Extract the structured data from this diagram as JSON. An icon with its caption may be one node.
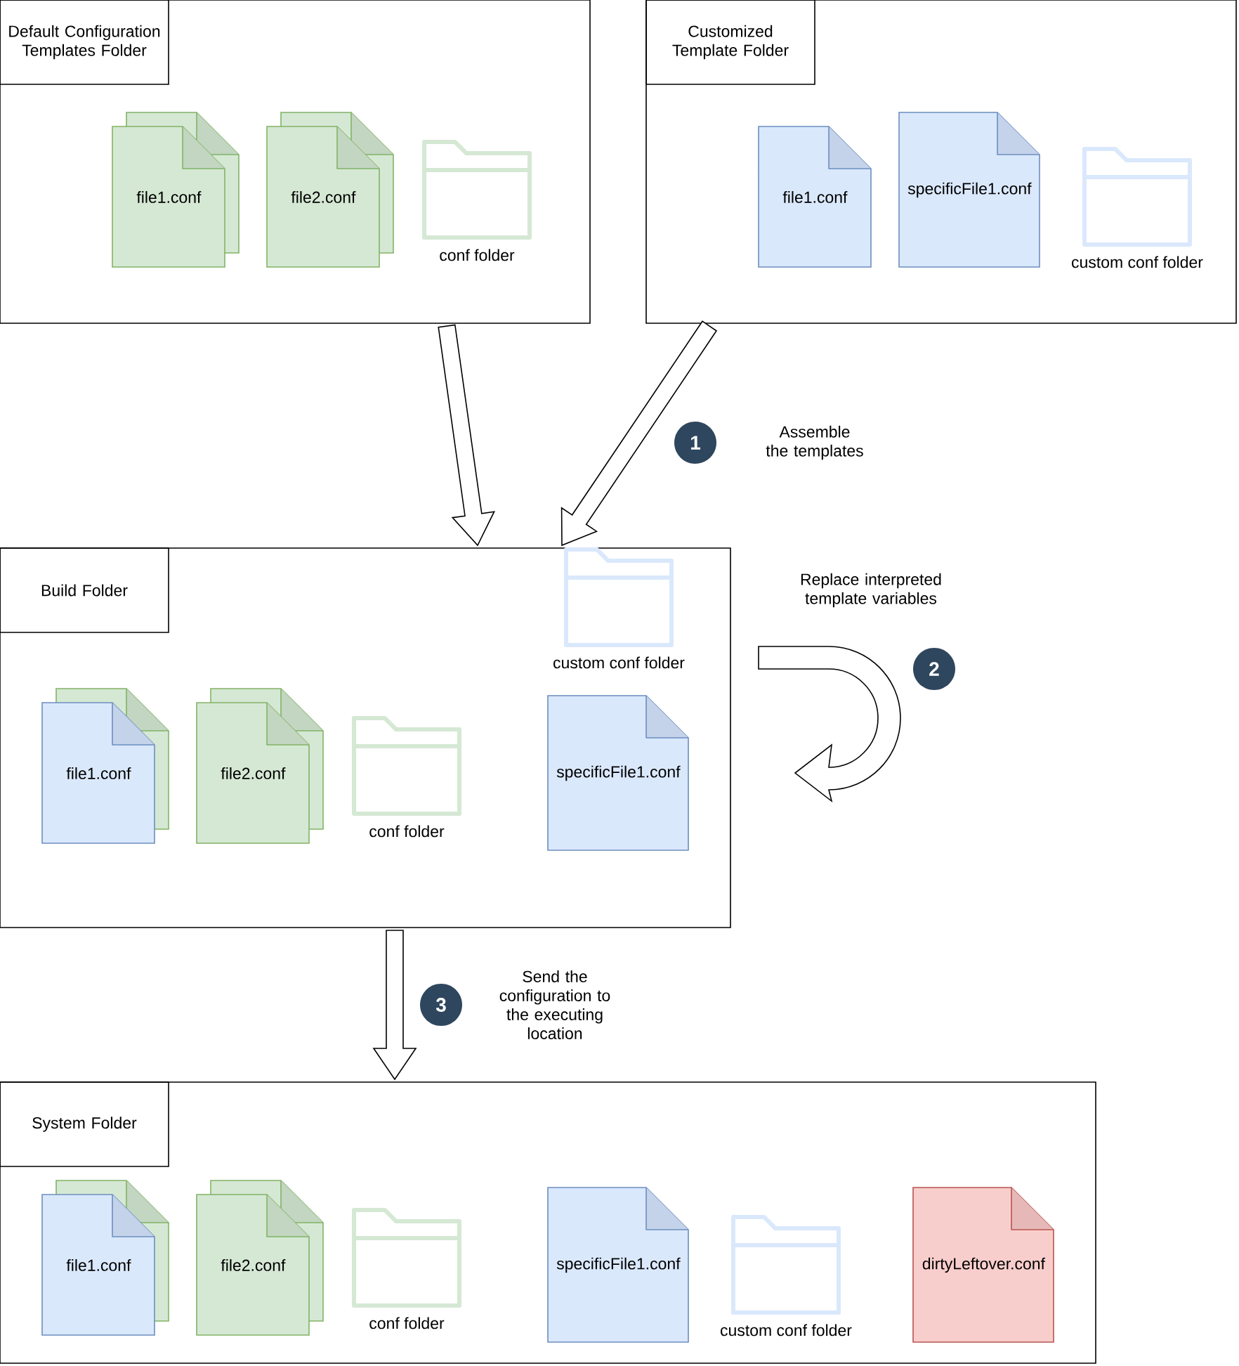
{
  "diagram": {
    "nodes": [
      {
        "text": [
          "Default Configuration Templates Folder"
        ]
      },
      {
        "text": [
          "file1.conf"
        ],
        "in": 0
      },
      {
        "text": [
          "file2.conf"
        ],
        "in": 0
      },
      {
        "text": [],
        "shape": "folder",
        "in": 0,
        "beside": [
          "conf folder"
        ]
      },
      {
        "text": [
          "Customized Template Folder"
        ]
      },
      {
        "text": [
          "file1.conf"
        ],
        "in": 4
      },
      {
        "text": [
          "specificFile1.conf"
        ],
        "in": 4
      },
      {
        "text": [],
        "shape": "folder",
        "in": 4,
        "beside": [
          "custom conf folder"
        ]
      },
      {
        "text": [
          "1"
        ],
        "beside": [
          "Assemble the templates"
        ]
      },
      {
        "text": [
          "Build Folder"
        ]
      },
      {
        "text": [],
        "shape": "folder",
        "in": 9,
        "beside": [
          "custom conf folder"
        ]
      },
      {
        "text": [
          "file1.conf"
        ],
        "in": 9
      },
      {
        "text": [
          "file2.conf"
        ],
        "in": 9
      },
      {
        "text": [],
        "shape": "folder",
        "in": 9,
        "beside": [
          "conf folder"
        ]
      },
      {
        "text": [
          "specificFile1.conf"
        ],
        "in": 9
      },
      {
        "text": [
          "2"
        ],
        "beside": [
          "Replace interpreted template variables"
        ]
      },
      {
        "text": [
          "3"
        ],
        "beside": [
          "Send the configuration to the executing location"
        ]
      },
      {
        "text": [
          "System Folder"
        ]
      },
      {
        "text": [
          "file1.conf"
        ],
        "in": 17
      },
      {
        "text": [
          "file2.conf"
        ],
        "in": 17
      },
      {
        "text": [],
        "shape": "folder",
        "in": 17,
        "beside": [
          "conf folder"
        ]
      },
      {
        "text": [
          "specificFile1.conf"
        ],
        "in": 17
      },
      {
        "text": [],
        "shape": "folder",
        "in": 17,
        "beside": [
          "custom conf folder"
        ]
      },
      {
        "text": [
          "dirtyLeftover.conf"
        ],
        "in": 17
      }
    ],
    "edges": [
      {
        "from": 0,
        "to": 9,
        "arrow": "to"
      },
      {
        "from": 4,
        "to": 9,
        "arrow": "to"
      },
      {
        "from": 9,
        "to": 17,
        "arrow": "to"
      }
    ]
  }
}
